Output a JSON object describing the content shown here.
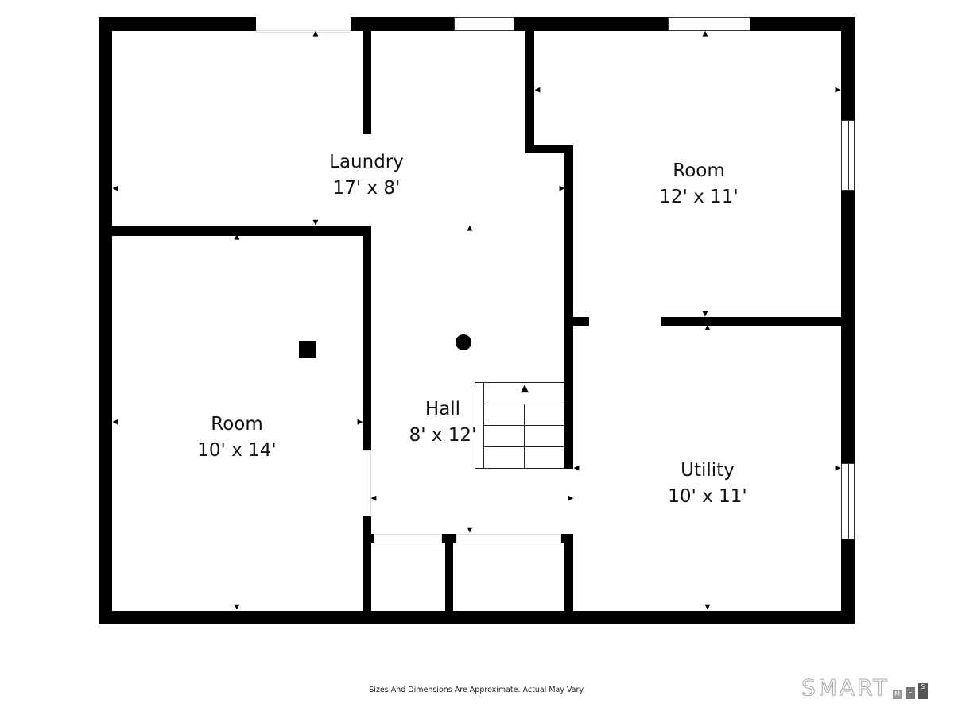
{
  "rooms": [
    {
      "name": "Laundry",
      "dims": "17' x 8'"
    },
    {
      "name": "Room",
      "dims": "12' x 11'"
    },
    {
      "name": "Room",
      "dims": "10' x 14'"
    },
    {
      "name": "Hall",
      "dims": "8' x 12'"
    },
    {
      "name": "Utility",
      "dims": "10' x 11'"
    }
  ],
  "disclaimer": "Sizes And Dimensions Are Approximate. Actual May Vary.",
  "logo": {
    "text": "SMART",
    "letters": [
      "M",
      "L",
      "S"
    ]
  },
  "colors": {
    "wall": "#000000",
    "background": "#ffffff"
  }
}
